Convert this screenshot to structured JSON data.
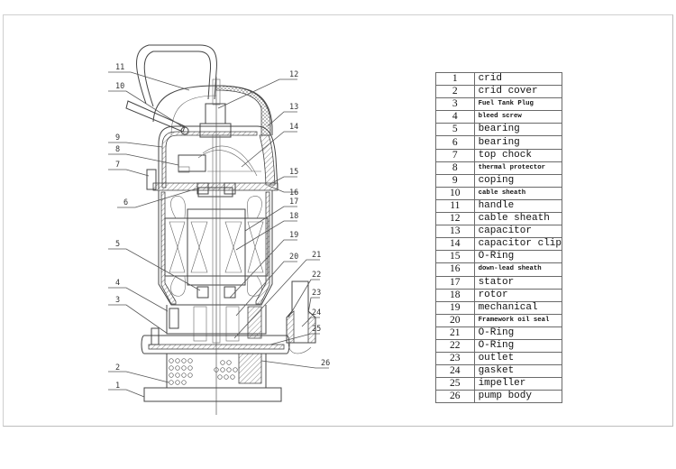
{
  "title": "Submersible pump sectional drawing with parts list",
  "callouts": [
    "1",
    "2",
    "3",
    "4",
    "5",
    "6",
    "7",
    "8",
    "9",
    "10",
    "11",
    "12",
    "13",
    "14",
    "15",
    "16",
    "17",
    "18",
    "19",
    "20",
    "21",
    "22",
    "23",
    "24",
    "25",
    "26"
  ],
  "parts_table": {
    "rows": [
      {
        "num": "1",
        "name": "crid",
        "small": false
      },
      {
        "num": "2",
        "name": "crid cover",
        "small": false
      },
      {
        "num": "3",
        "name": "Fuel Tank Plug",
        "small": true
      },
      {
        "num": "4",
        "name": "bleed screw",
        "small": true
      },
      {
        "num": "5",
        "name": "bearing",
        "small": false
      },
      {
        "num": "6",
        "name": "bearing",
        "small": false
      },
      {
        "num": "7",
        "name": "top chock",
        "small": false
      },
      {
        "num": "8",
        "name": "thermal protector",
        "small": true
      },
      {
        "num": "9",
        "name": "coping",
        "small": false
      },
      {
        "num": "10",
        "name": "cable sheath",
        "small": true
      },
      {
        "num": "11",
        "name": "handle",
        "small": false
      },
      {
        "num": "12",
        "name": "cable sheath",
        "small": false
      },
      {
        "num": "13",
        "name": "capacitor",
        "small": false
      },
      {
        "num": "14",
        "name": "capacitor clip",
        "small": false
      },
      {
        "num": "15",
        "name": "O-Ring",
        "small": false
      },
      {
        "num": "16",
        "name": "down-lead sheath",
        "small": true
      },
      {
        "num": "17",
        "name": "stator",
        "small": false
      },
      {
        "num": "18",
        "name": "rotor",
        "small": false
      },
      {
        "num": "19",
        "name": "mechanical",
        "small": false
      },
      {
        "num": "20",
        "name": "Framework oil seal",
        "small": true
      },
      {
        "num": "21",
        "name": "O-Ring",
        "small": false
      },
      {
        "num": "22",
        "name": "O-Ring",
        "small": false
      },
      {
        "num": "23",
        "name": "outlet",
        "small": false
      },
      {
        "num": "24",
        "name": "gasket",
        "small": false
      },
      {
        "num": "25",
        "name": "impeller",
        "small": false
      },
      {
        "num": "26",
        "name": "pump body",
        "small": false
      }
    ]
  }
}
